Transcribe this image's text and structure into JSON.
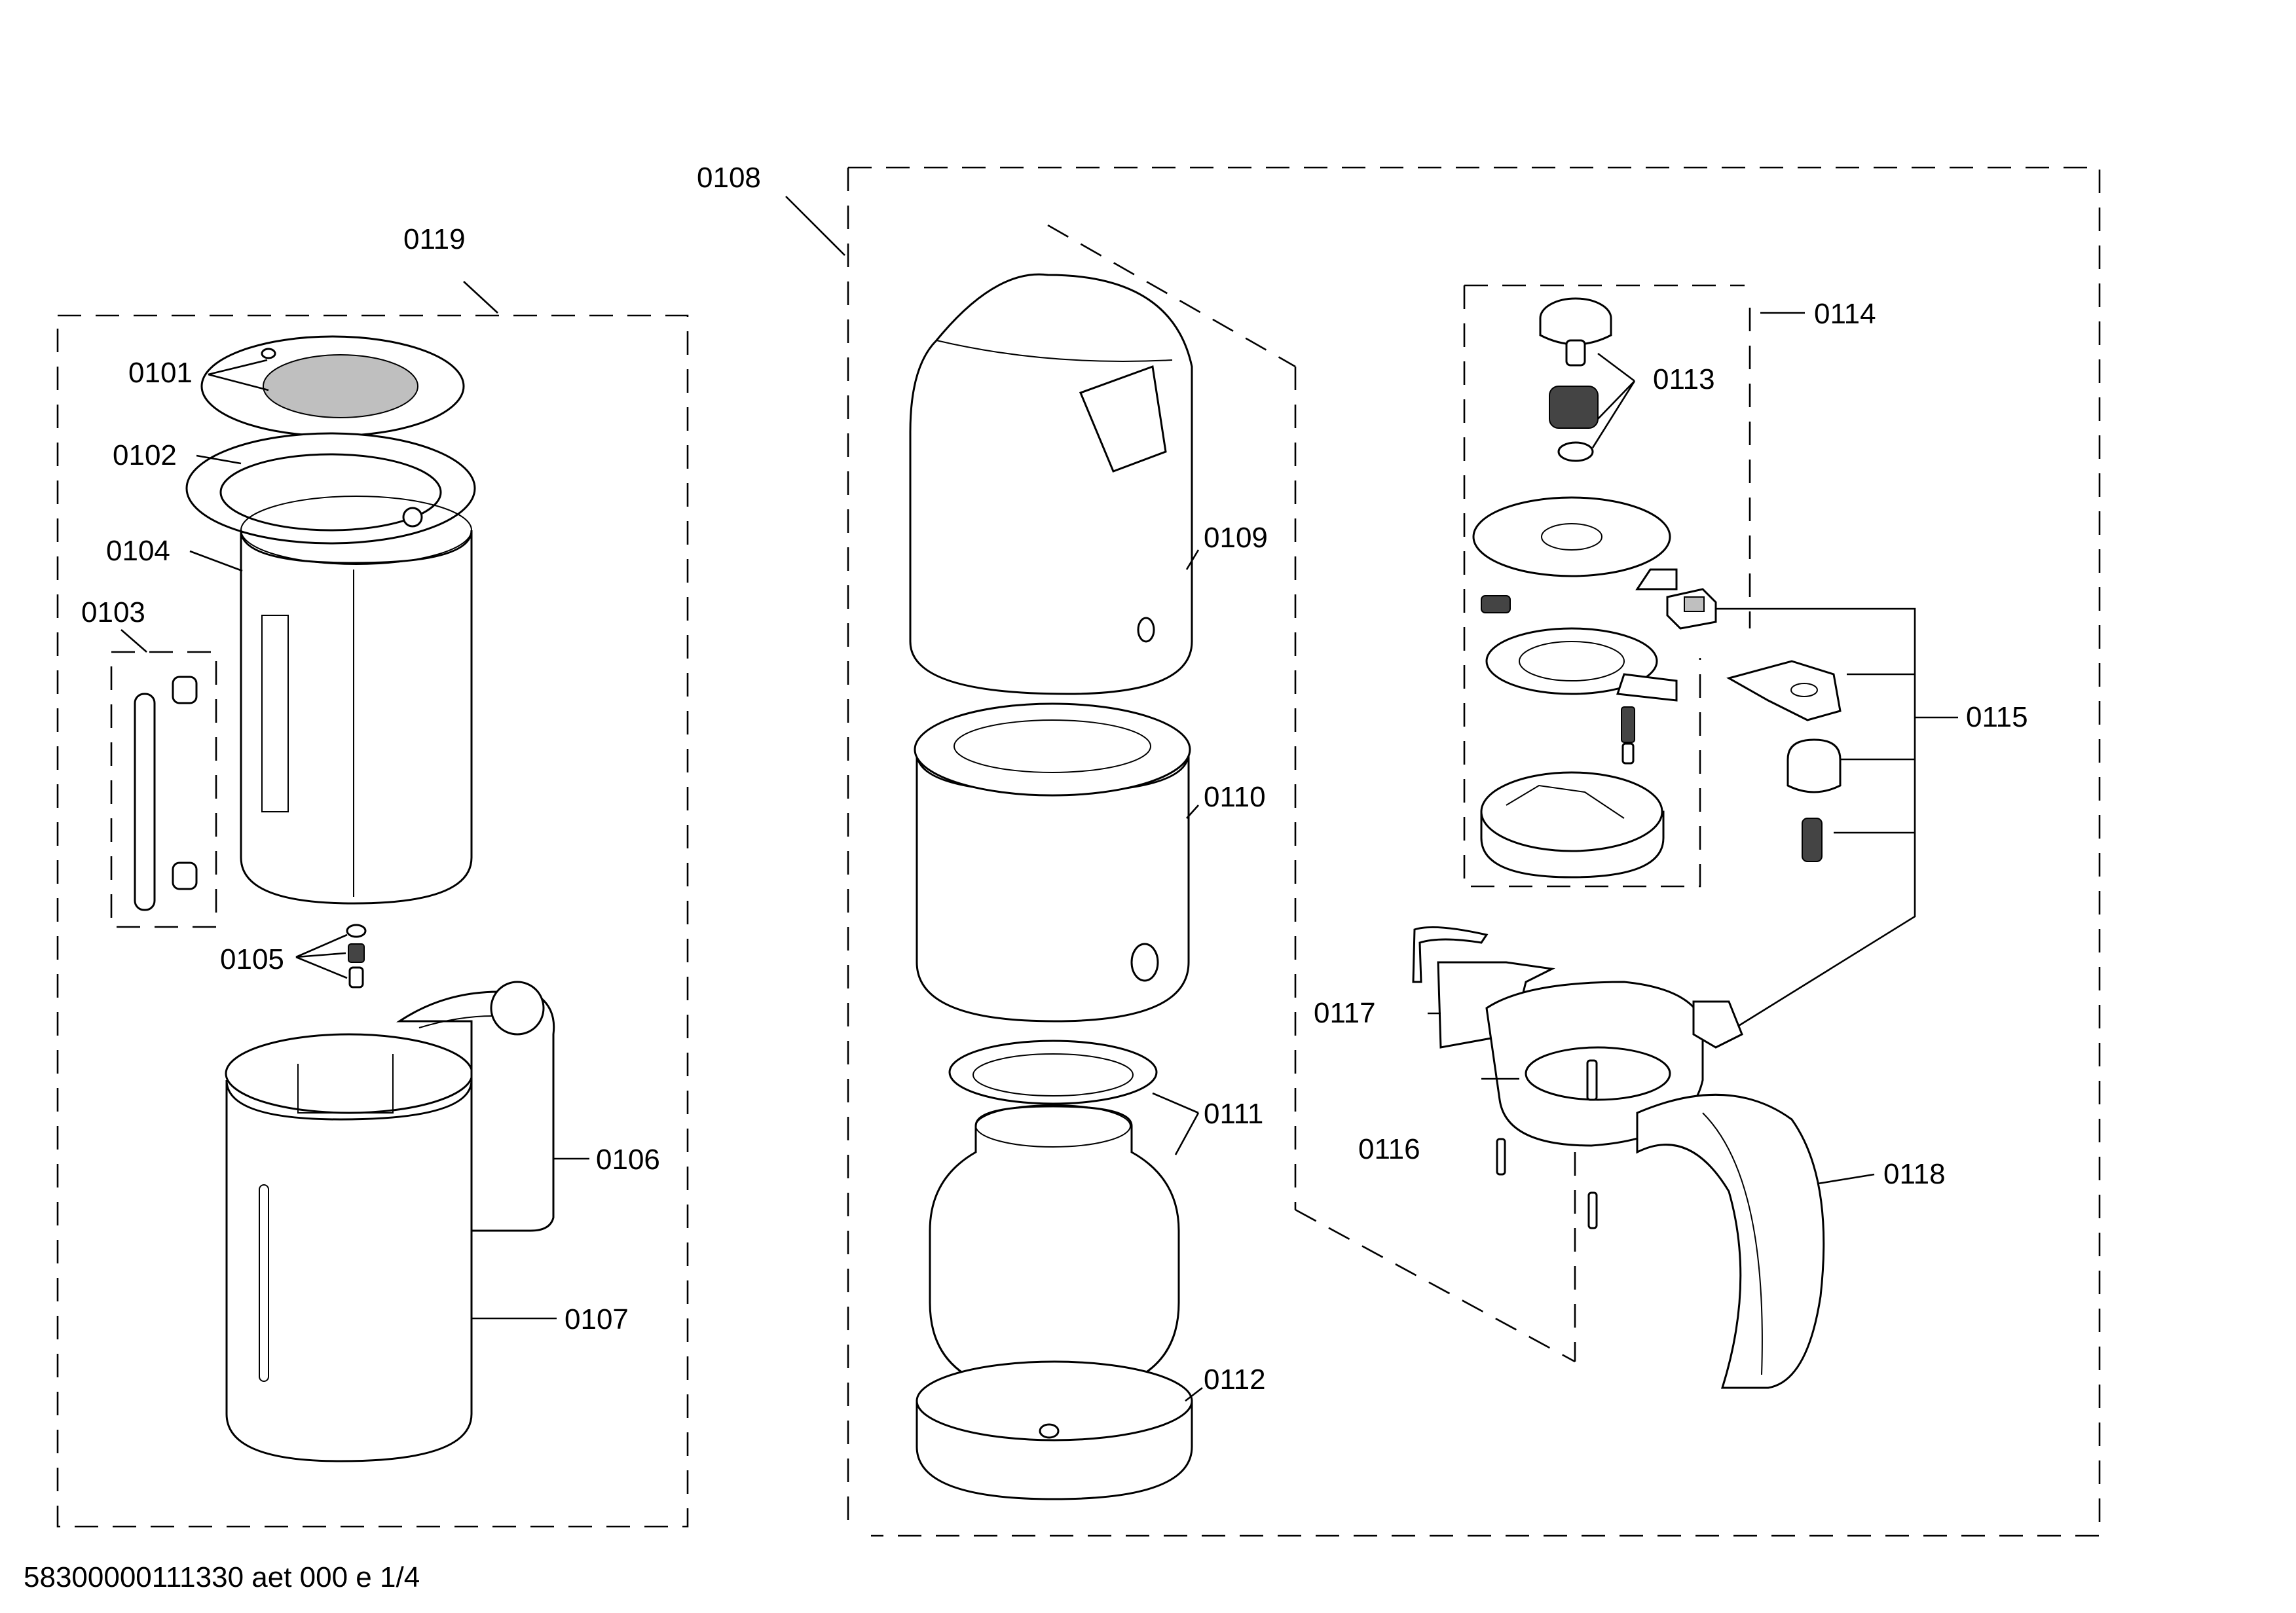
{
  "labels": {
    "l0101": "0101",
    "l0102": "0102",
    "l0103": "0103",
    "l0104": "0104",
    "l0105": "0105",
    "l0106": "0106",
    "l0107": "0107",
    "l0108": "0108",
    "l0109": "0109",
    "l0110": "0110",
    "l0111": "0111",
    "l0112": "0112",
    "l0113": "0113",
    "l0114": "0114",
    "l0115": "0115",
    "l0116": "0116",
    "l0117": "0117",
    "l0118": "0118",
    "l0119": "0119"
  },
  "footer": "58300000111330 aet 000 e 1/4"
}
